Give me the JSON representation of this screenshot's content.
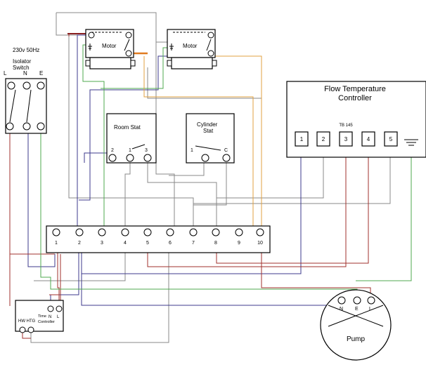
{
  "supply": {
    "rating": "230v 50Hz",
    "title_line1": "Isolator",
    "title_line2": "Switch",
    "terminals": [
      "L",
      "N",
      "E"
    ]
  },
  "motors": [
    {
      "label": "Motor"
    },
    {
      "label": "Motor"
    }
  ],
  "room_stat": {
    "title": "Room Stat",
    "terminals": [
      "2",
      "1",
      "3"
    ]
  },
  "cylinder_stat": {
    "title_line1": "Cylinder",
    "title_line2": "Stat",
    "terminals": [
      "1",
      "C"
    ]
  },
  "flow_controller": {
    "title_line1": "Flow Temperature",
    "title_line2": "Controller",
    "model": "TB 145",
    "terminals": [
      "1",
      "2",
      "3",
      "4",
      "5"
    ]
  },
  "junction_box": {
    "terminals": [
      "1",
      "2",
      "3",
      "4",
      "5",
      "6",
      "7",
      "8",
      "9",
      "10"
    ]
  },
  "time_controller": {
    "terminals": [
      "N",
      "L"
    ],
    "outputs_label": "HW HTG",
    "title_line1": "Time",
    "title_line2": "Controller"
  },
  "pump": {
    "label": "Pump",
    "terminals": [
      "N",
      "E",
      "L"
    ]
  },
  "colors": {
    "live": "#a0322d",
    "neutral": "#3d3a8c",
    "earth": "#4fa84f",
    "switched": "#e0a040",
    "grey": "#888888",
    "orange": "#e07b20"
  }
}
